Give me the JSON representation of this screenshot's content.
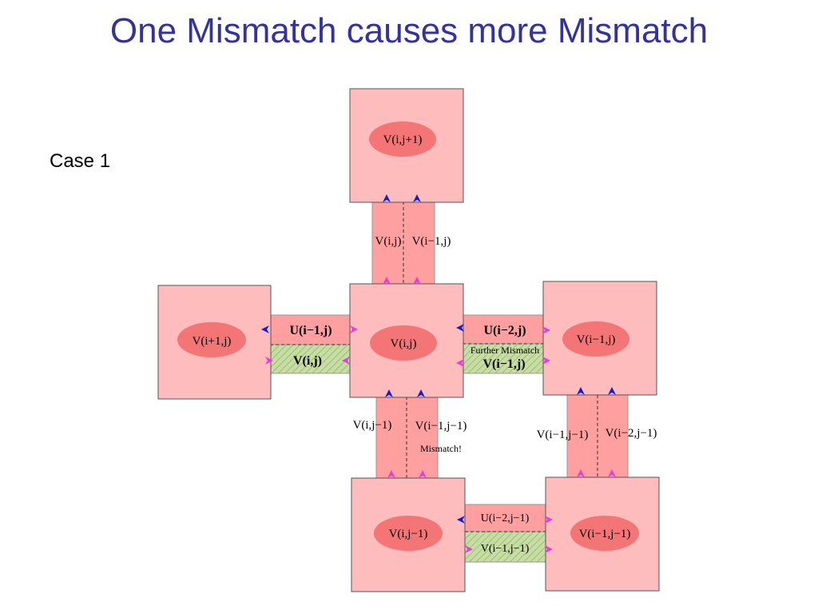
{
  "title": "One Mismatch causes more Mismatch",
  "case_label": "Case 1",
  "colors": {
    "cell": "#ffbcbc",
    "ellipse": "#f47575",
    "link": "#ff9f9f",
    "hatch": "#bfd79e",
    "blue": "#1a1ad6",
    "magenta": "#e83cd8"
  },
  "cells": {
    "top": "V(i,j+1)",
    "left": "V(i+1,j)",
    "center": "V(i,j)",
    "right": "V(i−1,j)",
    "bottom_left": "V(i,j−1)",
    "bottom_right": "V(i−1,j−1)"
  },
  "links": {
    "top_left": "V(i,j)",
    "top_right": "V(i−1,j)",
    "left_u": "U(i−1,j)",
    "left_v": "V(i,j)",
    "right_u": "U(i−2,j)",
    "right_note": "Further Mismatch",
    "right_v": "V(i−1,j)",
    "lower_left": "V(i,j−1)",
    "lower_right": "V(i−1,j−1)",
    "lower_note": "Mismatch!",
    "far_left": "V(i−1,j−1)",
    "far_right": "V(i−2,j−1)",
    "bottom_u": "U(i−2,j−1)",
    "bottom_v": "V(i−1,j−1)"
  }
}
